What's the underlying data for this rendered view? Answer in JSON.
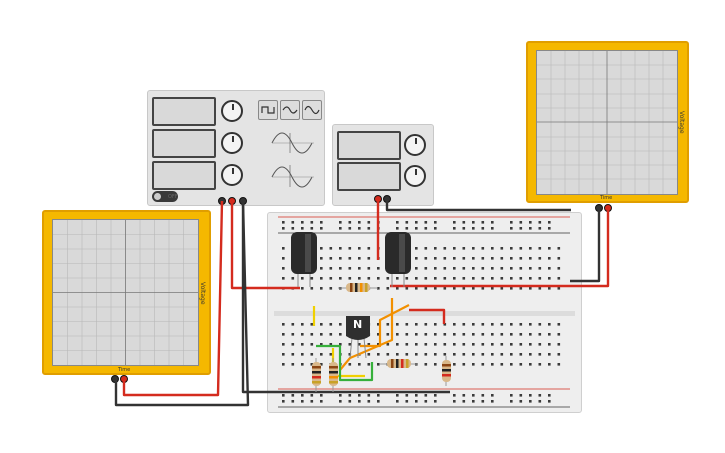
{
  "function_generator": {
    "power_label": "OFF",
    "waveform_buttons": [
      "square-wave-icon",
      "triangle-wave-icon",
      "sine-wave-icon"
    ],
    "display_values": [
      "",
      "",
      ""
    ]
  },
  "power_supply": {
    "display_values": [
      "",
      ""
    ]
  },
  "scope_right": {
    "y_label": "Voltage",
    "x_label": "Time"
  },
  "scope_left": {
    "y_label": "Voltage",
    "x_label": "Time"
  },
  "transistor": {
    "label": "N"
  },
  "colors": {
    "scope_body": "#f5b800",
    "wire_red": "#d42b1e",
    "wire_black": "#333333",
    "wire_orange": "#f29000",
    "wire_yellow": "#f0d000",
    "wire_green": "#36b03a",
    "capacitor": "#2a2a2a"
  }
}
